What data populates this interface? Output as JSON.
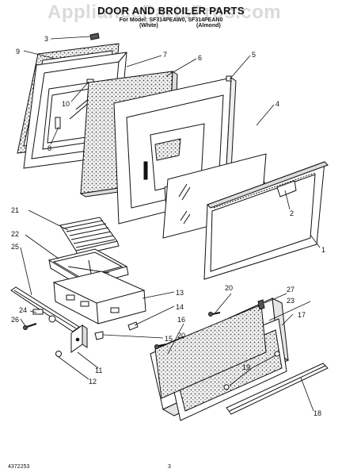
{
  "watermark": "AppliancePartsPros.com",
  "title": "DOOR AND BROILER PARTS",
  "model_line": "For Model: SF314PEAW0, SF314PEAN0",
  "color_white": "(White)",
  "color_almond": "(Almond)",
  "footer_code": "4372253",
  "page_number": "3",
  "callouts": {
    "c1": "1",
    "c2": "2",
    "c3": "3",
    "c4": "4",
    "c5": "5",
    "c6": "6",
    "c7": "7",
    "c8": "8",
    "c9": "9",
    "c10": "10",
    "c11": "11",
    "c12": "12",
    "c13": "13",
    "c14": "14",
    "c15": "15",
    "c16": "16",
    "c17": "17",
    "c18": "18",
    "c19": "19",
    "c20a": "20",
    "c20b": "20",
    "c21": "21",
    "c22": "22",
    "c23": "23",
    "c24": "24",
    "c25": "25",
    "c26": "26",
    "c27": "27"
  }
}
